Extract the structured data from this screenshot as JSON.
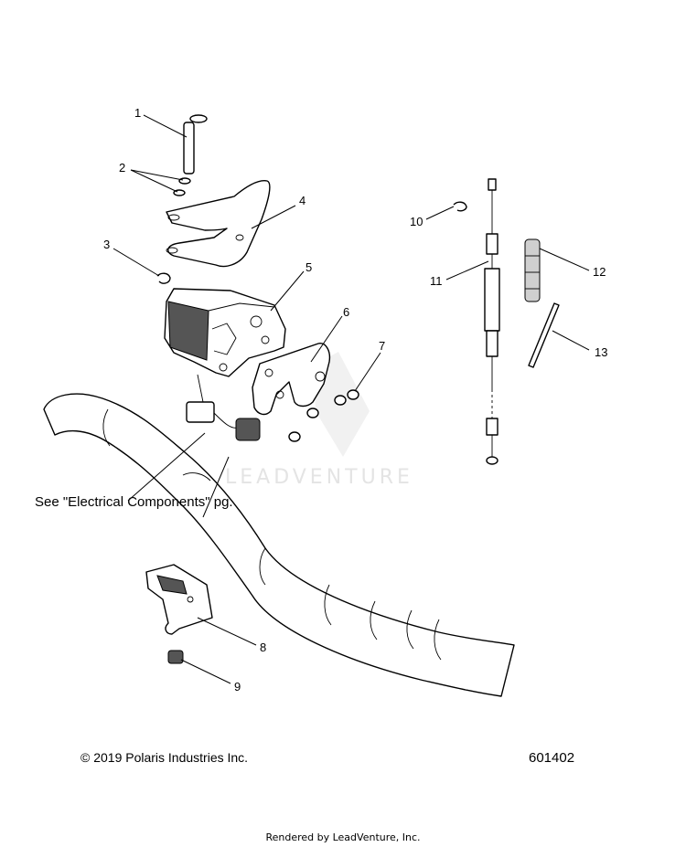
{
  "callouts": {
    "c1": "1",
    "c2": "2",
    "c3": "3",
    "c4": "4",
    "c5": "5",
    "c6": "6",
    "c7": "7",
    "c8": "8",
    "c9": "9",
    "c10": "10",
    "c11": "11",
    "c12": "12",
    "c13": "13"
  },
  "notes": {
    "see_reference": "See \"Electrical Components\" pg.",
    "copyright": "© 2019 Polaris Industries Inc.",
    "drawing_number": "601402",
    "render_credit": "Rendered by LeadVenture, Inc."
  },
  "watermark": {
    "text": "LEADVENTURE"
  }
}
